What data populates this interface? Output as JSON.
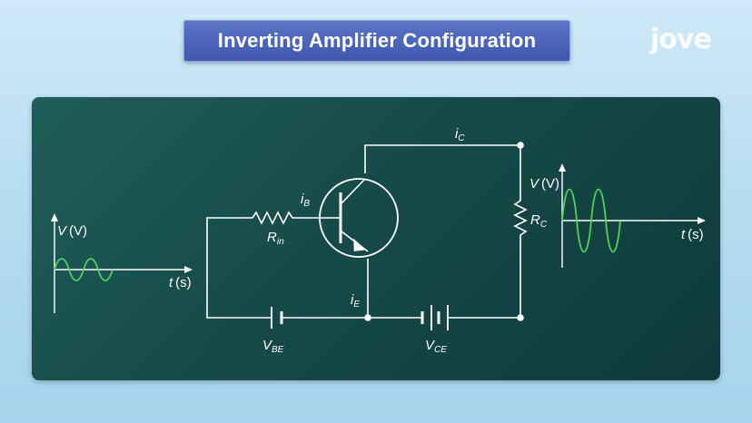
{
  "title": "Inverting Amplifier Configuration",
  "logo": "jove",
  "input_graph": {
    "y_label": "V",
    "y_unit": "(V)",
    "x_label": "t",
    "x_unit": "(s)"
  },
  "output_graph": {
    "y_label": "V",
    "y_unit": "(V)",
    "x_label": "t",
    "x_unit": "(s)"
  },
  "labels": {
    "ic": {
      "main": "i",
      "sub": "C"
    },
    "ib": {
      "main": "i",
      "sub": "B"
    },
    "ie": {
      "main": "i",
      "sub": "E"
    },
    "rin": {
      "main": "R",
      "sub": "in"
    },
    "rc": {
      "main": "R",
      "sub": "C"
    },
    "vbe": {
      "main": "V",
      "sub": "BE"
    },
    "vce": {
      "main": "V",
      "sub": "CE"
    }
  },
  "colors": {
    "signal": "#4fd35a",
    "wire": "#ffffff",
    "panel": "#164a48",
    "banner": "#4a63b8"
  }
}
